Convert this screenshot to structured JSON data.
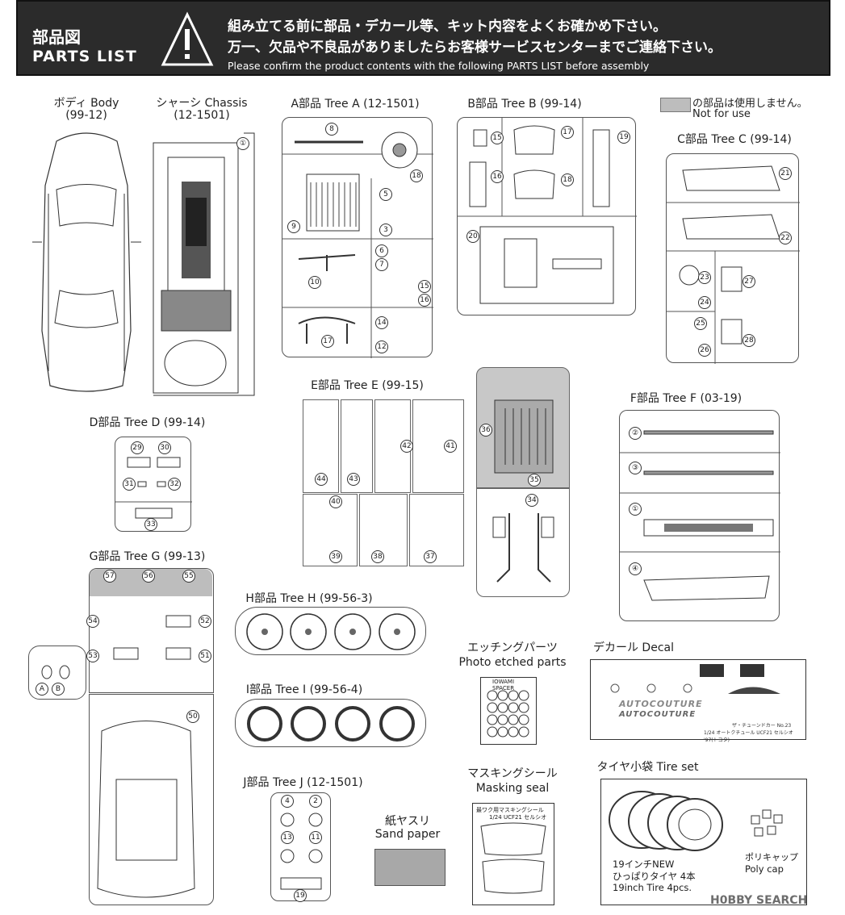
{
  "header": {
    "title_jp": "部品図",
    "title_en": "PARTS LIST",
    "notice_jp_1": "組み立てる前に部品・デカール等、キット内容をよくお確かめ下さい。",
    "notice_jp_2": "万一、欠品や不良品がありましたらお客様サービスセンターまでご連絡下さい。",
    "notice_en": "Please confirm the product contents with the following PARTS LIST before assembly"
  },
  "legend": {
    "text_jp": "の部品は使用しません。",
    "text_en": "Not for use",
    "swatch_color": "#bdbdbd"
  },
  "parts": {
    "body": {
      "title": "ボディ Body",
      "code": "(99-12)"
    },
    "chassis": {
      "title": "シャーシ Chassis",
      "code": "(12-1501)",
      "numbers": [
        "①"
      ]
    },
    "tree_a": {
      "title": "A部品 Tree A (12-1501)",
      "numbers": [
        "8",
        "18",
        "5",
        "9",
        "3",
        "6",
        "7",
        "10",
        "15",
        "16",
        "14",
        "17",
        "12"
      ]
    },
    "tree_b": {
      "title": "B部品 Tree B (99-14)",
      "numbers": [
        "15",
        "17",
        "19",
        "16",
        "18",
        "20"
      ]
    },
    "tree_c": {
      "title": "C部品 Tree C (99-14)",
      "numbers": [
        "21",
        "22",
        "23",
        "27",
        "24",
        "25",
        "26",
        "28"
      ]
    },
    "tree_d": {
      "title": "D部品 Tree D (99-14)",
      "numbers": [
        "29",
        "30",
        "31",
        "32",
        "33"
      ]
    },
    "tree_e": {
      "title": "E部品 Tree E (99-15)",
      "numbers": [
        "44",
        "43",
        "42",
        "41",
        "40",
        "39",
        "38",
        "37",
        "36",
        "35",
        "34"
      ]
    },
    "tree_f": {
      "title": "F部品 Tree F (03-19)",
      "numbers": [
        "②",
        "③",
        "①",
        "④"
      ]
    },
    "tree_g": {
      "title": "G部品 Tree G (99-13)",
      "numbers": [
        "57",
        "56",
        "55",
        "54",
        "52",
        "53",
        "51",
        "50"
      ],
      "extra": [
        "A",
        "B"
      ]
    },
    "tree_h": {
      "title": "H部品 Tree H (99-56-3)"
    },
    "tree_i": {
      "title": "I部品 Tree I (99-56-4)"
    },
    "tree_j": {
      "title": "J部品 Tree J (12-1501)",
      "numbers": [
        "4",
        "2",
        "13",
        "11",
        "19"
      ]
    },
    "etched": {
      "title_jp": "エッチングパーツ",
      "title_en": "Photo etched parts",
      "sheet_label": "IOWAMI SPACER"
    },
    "decal": {
      "title": "デカール Decal",
      "line1": "AUTOCOUTURE",
      "line2": "AUTOCOUTURE",
      "caption": "1/24 オートクチュール UCF21 セルシオ '97(トヨタ)",
      "caption2": "ザ・チューンドカー No.23"
    },
    "masking": {
      "title_jp": "マスキングシール",
      "title_en": "Masking seal",
      "sheet_title": "最ワク用マスキングシール",
      "sheet_sub": "1/24 UCF21 セルシオ"
    },
    "sandpaper": {
      "title_jp": "紙ヤスリ",
      "title_en": "Sand paper"
    },
    "tire_set": {
      "title": "タイヤ小袋 Tire set",
      "tire_jp_1": "19インチNEW",
      "tire_jp_2": "ひっぱりタイヤ 4本",
      "tire_en": "19inch Tire 4pcs.",
      "cap_jp": "ポリキャップ",
      "cap_en": "Poly cap"
    }
  },
  "watermark": "H0BBY SEARCH"
}
